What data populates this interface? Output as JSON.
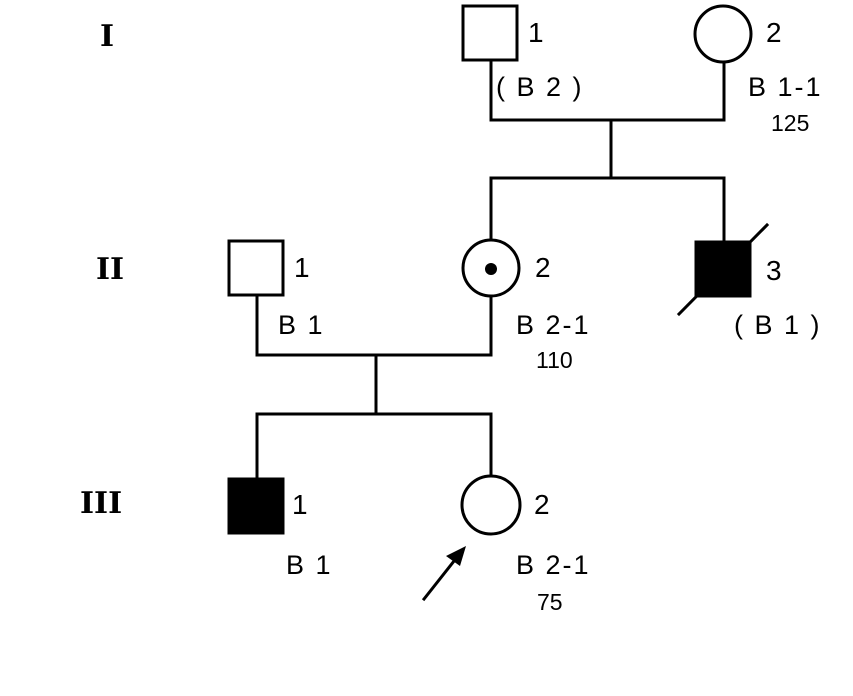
{
  "generations": [
    {
      "label": "I"
    },
    {
      "label": "II"
    },
    {
      "label": "III"
    }
  ],
  "individuals": {
    "I1": {
      "number": "1",
      "genotype": "( B 2 )",
      "value": "",
      "sex": "male",
      "affected": false,
      "deceased": false
    },
    "I2": {
      "number": "2",
      "genotype": "B 1-1",
      "value": "125",
      "sex": "female",
      "affected": false,
      "deceased": false
    },
    "II1": {
      "number": "1",
      "genotype": "B 1",
      "value": "",
      "sex": "male",
      "affected": false,
      "deceased": false
    },
    "II2": {
      "number": "2",
      "genotype": "B 2-1",
      "value": "110",
      "sex": "female",
      "affected": false,
      "carrier": true,
      "deceased": false
    },
    "II3": {
      "number": "3",
      "genotype": "( B 1 )",
      "value": "",
      "sex": "male",
      "affected": true,
      "deceased": true
    },
    "III1": {
      "number": "1",
      "genotype": "B 1",
      "value": "",
      "sex": "male",
      "affected": true,
      "deceased": false
    },
    "III2": {
      "number": "2",
      "genotype": "B 2-1",
      "value": "75",
      "sex": "female",
      "affected": false,
      "deceased": false,
      "proband": true
    }
  },
  "colors": {
    "stroke": "#000000",
    "affected_fill": "#000000",
    "background": "#ffffff"
  }
}
